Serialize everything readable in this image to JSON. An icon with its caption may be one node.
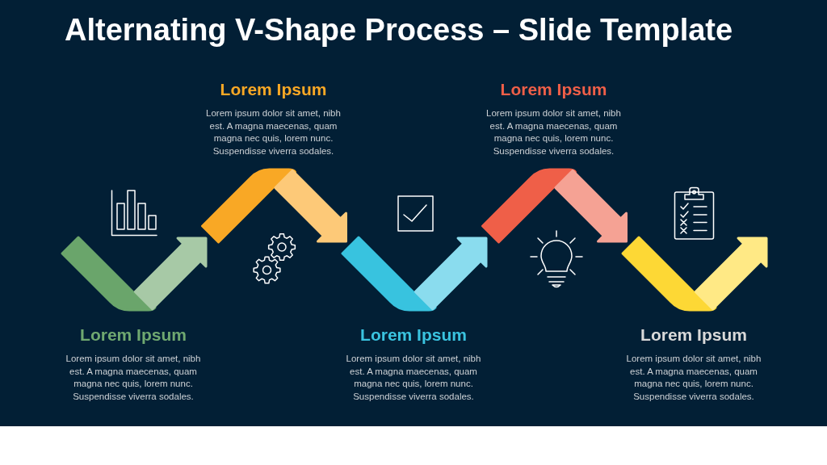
{
  "diagram": {
    "title": "Alternating V-Shape Process – Slide Template",
    "nodes": [
      {
        "text": [
          "Lorem Ipsum",
          "Lorem ipsum dolor sit amet, nibh est. A magna maecenas, quam magna nec quis, lorem nunc. Suspendisse viverra sodales."
        ]
      },
      {
        "text": [
          "Lorem Ipsum",
          "Lorem ipsum dolor sit amet, nibh est. A magna maecenas, quam magna nec quis, lorem nunc. Suspendisse viverra sodales."
        ]
      },
      {
        "text": [
          "Lorem Ipsum",
          "Lorem ipsum dolor sit amet, nibh est. A magna maecenas, quam magna nec quis, lorem nunc. Suspendisse viverra sodales."
        ]
      },
      {
        "text": [
          "Lorem Ipsum",
          "Lorem ipsum dolor sit amet, nibh est. A magna maecenas, quam magna nec quis, lorem nunc. Suspendisse viverra sodales."
        ]
      },
      {
        "text": [
          "Lorem Ipsum",
          "Lorem ipsum dolor sit amet, nibh est. A magna maecenas, quam magna nec quis, lorem nunc. Suspendisse viverra sodales."
        ]
      }
    ]
  }
}
